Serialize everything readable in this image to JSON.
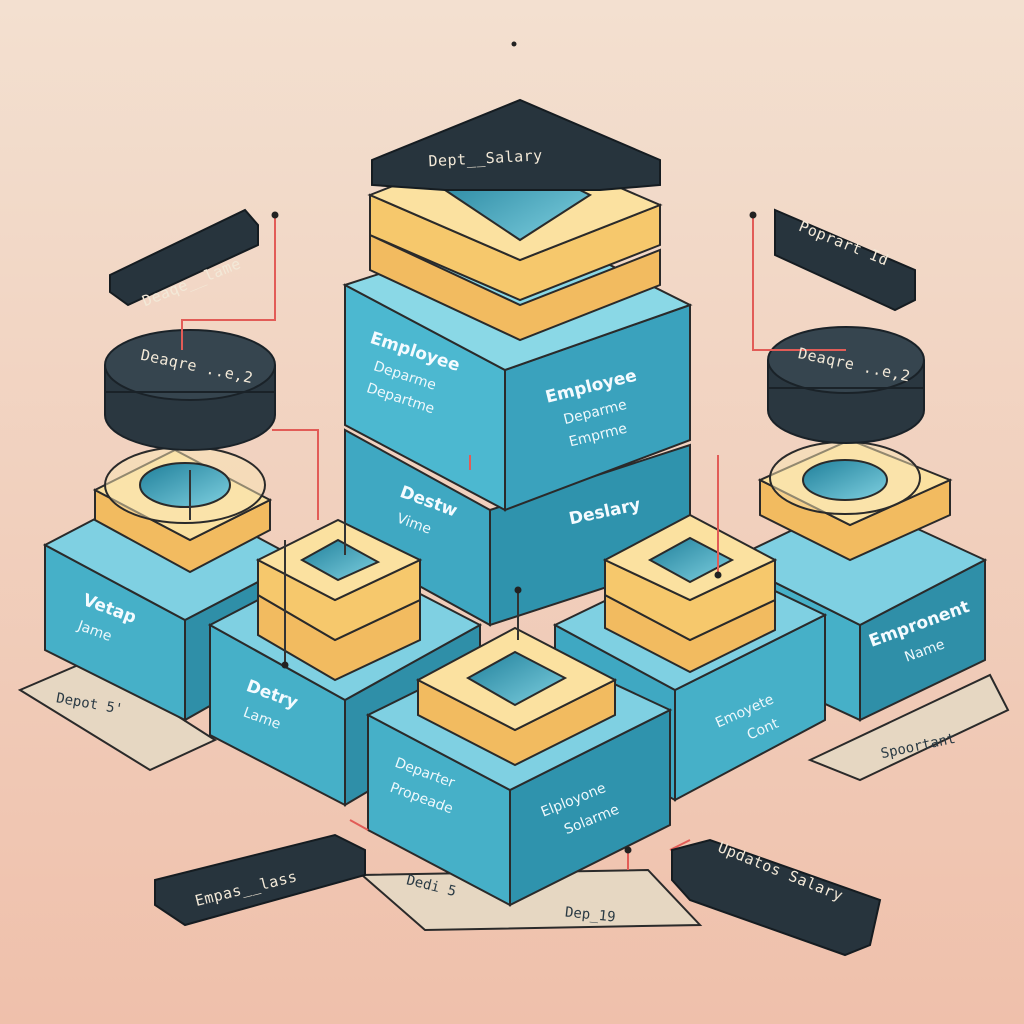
{
  "colors": {
    "background_top": "#f2dccb",
    "background_bottom": "#f0c2ad",
    "block_face": "#4bb8cf",
    "block_side": "#2f8fa8",
    "block_top": "#8ad8e6",
    "gold_face": "#f4c46a",
    "gold_top": "#fbe3a0",
    "dark_label": "#27343d",
    "light_label": "#ede1cf",
    "connector": "#e25c57"
  },
  "labels": {
    "top_tag": "Dept__Salary",
    "left_tag": "Deaqe__lame",
    "right_tag": "Poprart Id",
    "left_disk": "Deaqre ..e,2",
    "right_disk": "Deaqre ..e,2",
    "bottom_left_tag": "Empas__lass",
    "bottom_right_tag": "Updatos Salary",
    "plate_left": "Depot 5'",
    "plate_center_a": "Dedi 5",
    "plate_center_b": "Dep_19",
    "plate_right": "Spoortant"
  },
  "tower": {
    "upper_front": "Employee Deparme Departme",
    "upper_side": "Employee Deparme Emprme",
    "lower_front": "Destw Vime",
    "lower_side": "Deslary"
  },
  "blocks": {
    "far_left": "Vetap Jame",
    "mid_left": "Detry Lame",
    "center_front": "Departer Propeade",
    "center_side": "Elployone Solarme",
    "mid_right": "Emoyete Cont",
    "far_right": "Empronent Name"
  }
}
